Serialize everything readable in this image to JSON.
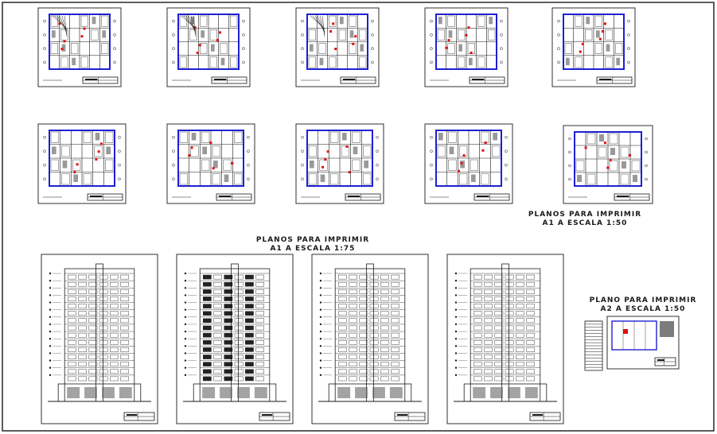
{
  "drawing": {
    "labels": {
      "a1_175": {
        "line1": "PLANOS PARA IMPRIMIR",
        "line2": "A1 A ESCALA 1:75"
      },
      "a1_150": {
        "line1": "PLANOS PARA IMPRIMIR",
        "line2": "A1 A ESCALA 1:50"
      },
      "a2_150": {
        "line1": "PLANO PARA IMPRIMIR",
        "line2": "A2 A ESCALA 1:50"
      }
    },
    "colors": {
      "line": "#1a1a1a",
      "frame": "#1f1fd6",
      "accent": "#e01010",
      "green": "#1a8a1a"
    }
  }
}
